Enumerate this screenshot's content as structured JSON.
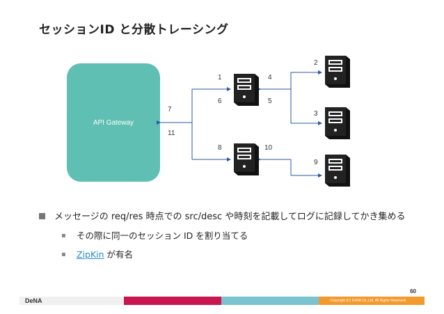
{
  "slide": {
    "title": "セッションID と分散トレーシング",
    "page_number": "60",
    "copyright": "Copyright (C) DeNA Co.,Ltd. All Rights Reserved.",
    "logo": "DeNA"
  },
  "diagram": {
    "gateway_label": "API Gateway",
    "labels": [
      "1",
      "2",
      "3",
      "4",
      "5",
      "6",
      "7",
      "8",
      "9",
      "10",
      "11"
    ]
  },
  "bullets": {
    "main": "メッセージの req/res 時点での src/desc や時刻を記載してログに記録してかき集める",
    "sub1": "その際に同一のセッション ID を割り当てる",
    "sub2_link": "ZipKin",
    "sub2_rest": " が有名"
  },
  "colors": {
    "gateway": "#5ebfb2",
    "footer": [
      "#f0f0f0",
      "#c8174e",
      "#7ac4cf",
      "#f29a2e"
    ],
    "link": "#2a8acb"
  }
}
